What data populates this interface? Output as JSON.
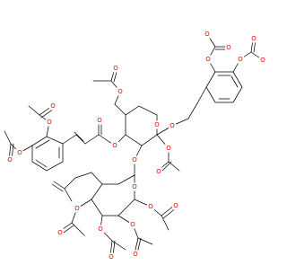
{
  "diagram": {
    "kind": "skeletal-structure",
    "colors": {
      "bond": "#000000",
      "oxygen": "#ff0000",
      "background": "#ffffff"
    },
    "atom_labels": {
      "o_ar1_para": "O",
      "o_ar1_meta": "O",
      "o_ac1_a": "O",
      "o_ac1_b": "O",
      "o_ring1": "O",
      "o_ethoxy": "O",
      "o_c6_ester": "O",
      "o_c6_carbonyl": "O",
      "o_c2_ester": "O",
      "o_c2_carbonyl": "O",
      "o_c4_ester": "O",
      "o_cinn_carbonyl": "O",
      "o_ar2_meta": "O",
      "o_ar2_meta_carbonyl": "O",
      "o_ar2_para": "O",
      "o_ar2_para_carbonyl": "O",
      "o_glyco": "O",
      "o_ring2": "O",
      "o_r2_c6_ester": "O",
      "o_r2_c6_carbonyl": "O",
      "o_r2_c4_ester": "O",
      "o_r2_c4_carbonyl": "O",
      "o_r2_c3_ester": "O",
      "o_r2_c3_carbonyl": "O",
      "o_r2_c2_ester": "O",
      "o_r2_c2_carbonyl": "O",
      "o_ar1_meta_carbonyl": "O",
      "o_ar1_para_carbonyl": "O"
    }
  }
}
